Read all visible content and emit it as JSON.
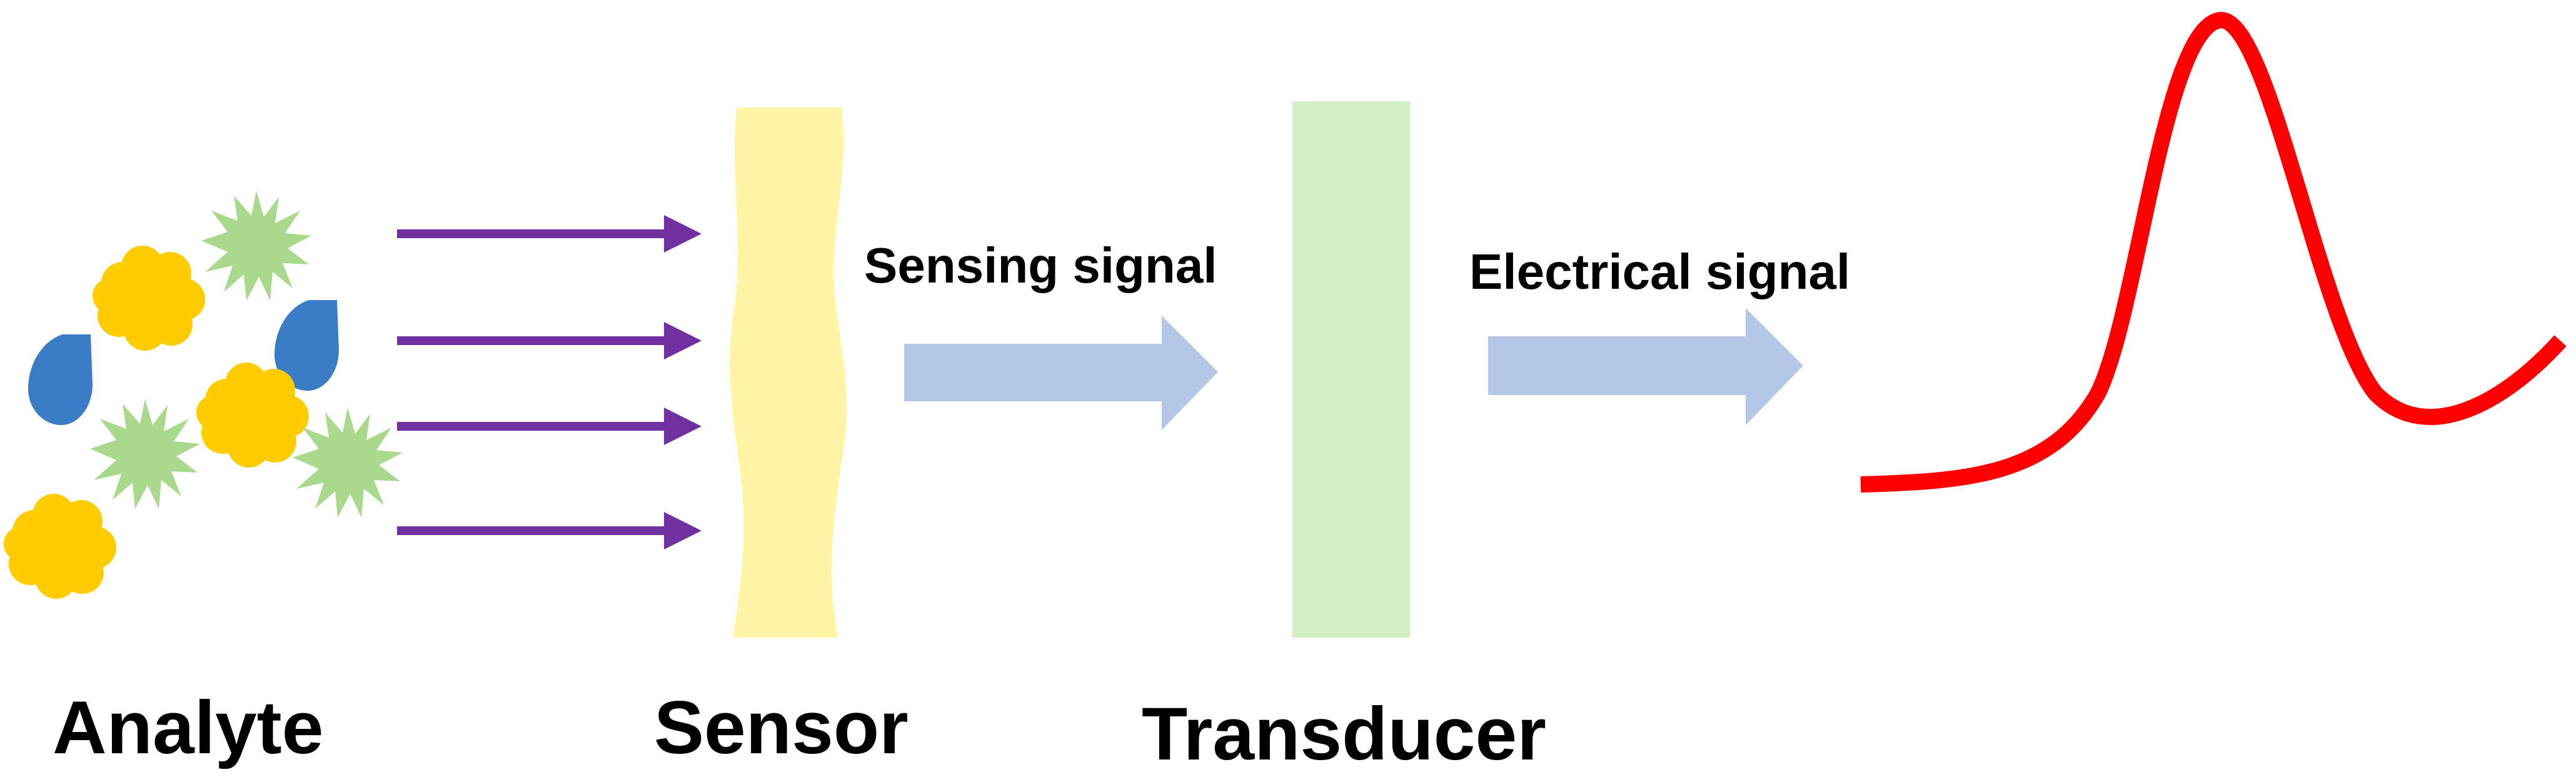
{
  "labels": {
    "analyte": "Analyte",
    "sensor": "Sensor",
    "transducer": "Transducer",
    "sensing_signal": "Sensing signal",
    "electrical_signal": "Electrical signal"
  },
  "colors": {
    "arrow_purple": "#7030A0",
    "sensor_fill": "#FFF5A5",
    "transducer_fill": "#D3EFC4",
    "block_arrow": "#B4C7E7",
    "signal_curve": "#FF0000",
    "analyte_yellow": "#FFCC00",
    "analyte_green": "#A9D98C",
    "analyte_blue": "#3A7DC4"
  },
  "icons": {
    "analyte_shapes": [
      "cloud-shape",
      "star-burst-shape",
      "droplet-shape"
    ],
    "signal": "peak-curve"
  }
}
